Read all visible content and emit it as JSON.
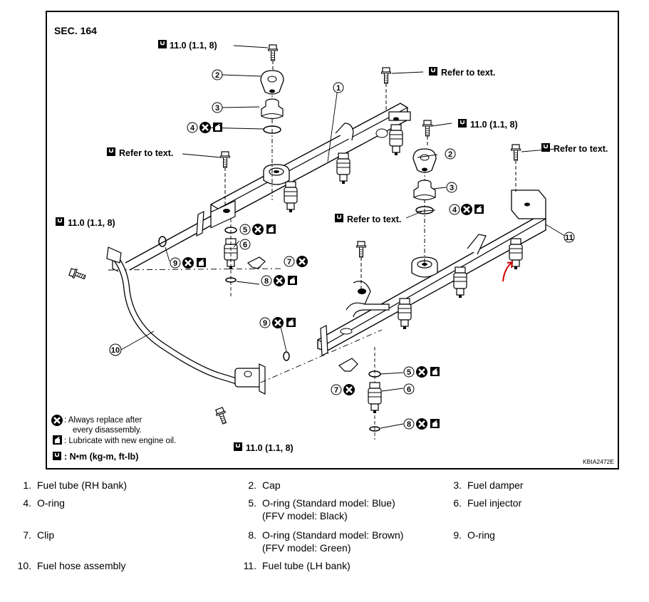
{
  "diagram": {
    "section": "SEC. 164",
    "code": "KBIA2472E",
    "torque_label": "11.0 (1.1, 8)",
    "refer_label": "Refer to text.",
    "callouts": [
      "1",
      "2",
      "3",
      "4",
      "5",
      "6",
      "7",
      "8",
      "9",
      "10",
      "11"
    ]
  },
  "legend": {
    "replace_line1": ": Always replace after",
    "replace_line2": "every disassembly.",
    "lubricate": ": Lubricate with new engine oil.",
    "torque_units": ": N•m (kg-m, ft-lb)"
  },
  "parts": [
    {
      "num": "1.",
      "text": "Fuel tube (RH bank)",
      "text2": ""
    },
    {
      "num": "2.",
      "text": "Cap",
      "text2": ""
    },
    {
      "num": "3.",
      "text": "Fuel damper",
      "text2": ""
    },
    {
      "num": "4.",
      "text": "O-ring",
      "text2": ""
    },
    {
      "num": "5.",
      "text": "O-ring (Standard model: Blue)",
      "text2": "(FFV model: Black)"
    },
    {
      "num": "6.",
      "text": "Fuel injector",
      "text2": ""
    },
    {
      "num": "7.",
      "text": "Clip",
      "text2": ""
    },
    {
      "num": "8.",
      "text": "O-ring (Standard model: Brown)",
      "text2": "(FFV model: Green)"
    },
    {
      "num": "9.",
      "text": "O-ring",
      "text2": ""
    },
    {
      "num": "10.",
      "text": "Fuel hose assembly",
      "text2": ""
    },
    {
      "num": "11.",
      "text": "Fuel tube (LH bank)",
      "text2": ""
    }
  ]
}
